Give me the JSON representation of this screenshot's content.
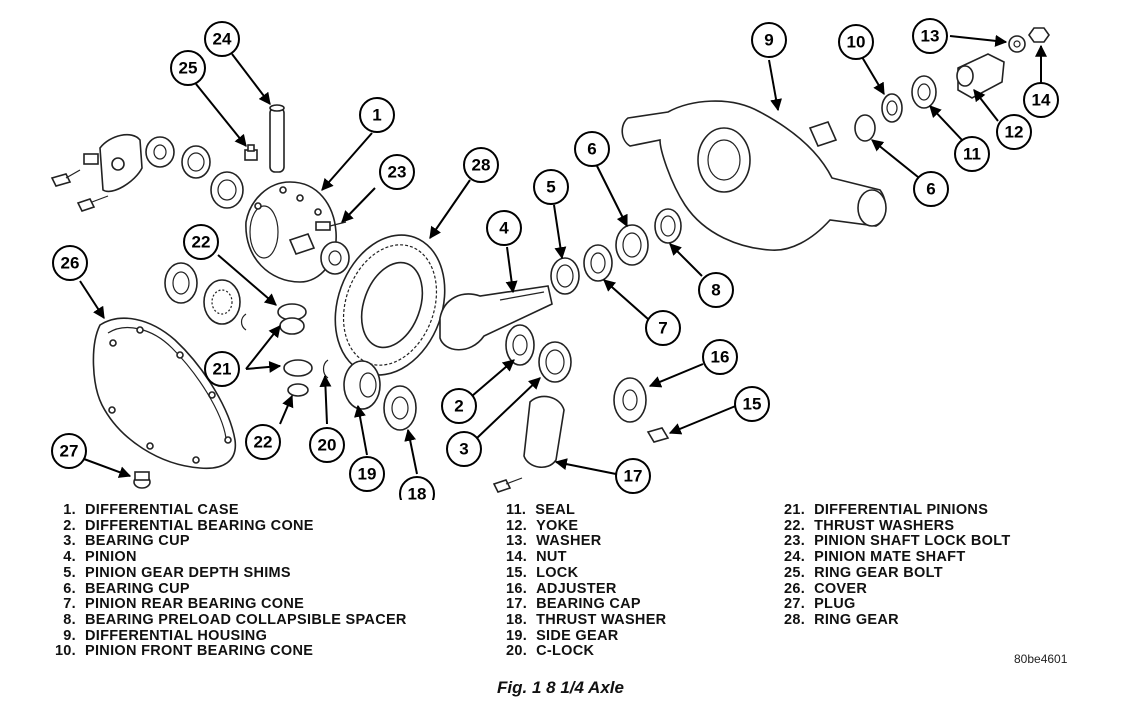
{
  "caption": "Fig. 1 8 1/4 Axle",
  "figure_code": "80be4601",
  "callouts": [
    "1",
    "2",
    "3",
    "4",
    "5",
    "6",
    "6",
    "7",
    "8",
    "9",
    "10",
    "11",
    "12",
    "13",
    "14",
    "15",
    "16",
    "17",
    "18",
    "19",
    "20",
    "21",
    "22",
    "22",
    "23",
    "24",
    "25",
    "26",
    "27",
    "28"
  ],
  "legend": [
    {
      "num": "1.",
      "text": "DIFFERENTIAL CASE"
    },
    {
      "num": "2.",
      "text": "DIFFERENTIAL BEARING CONE"
    },
    {
      "num": "3.",
      "text": "BEARING CUP"
    },
    {
      "num": "4.",
      "text": "PINION"
    },
    {
      "num": "5.",
      "text": "PINION GEAR DEPTH SHIMS"
    },
    {
      "num": "6.",
      "text": "BEARING CUP"
    },
    {
      "num": "7.",
      "text": "PINION REAR BEARING CONE"
    },
    {
      "num": "8.",
      "text": "BEARING PRELOAD COLLAPSIBLE SPACER"
    },
    {
      "num": "9.",
      "text": "DIFFERENTIAL HOUSING"
    },
    {
      "num": "10.",
      "text": "PINION FRONT BEARING CONE"
    },
    {
      "num": "11.",
      "text": "SEAL"
    },
    {
      "num": "12.",
      "text": "YOKE"
    },
    {
      "num": "13.",
      "text": "WASHER"
    },
    {
      "num": "14.",
      "text": "NUT"
    },
    {
      "num": "15.",
      "text": "LOCK"
    },
    {
      "num": "16.",
      "text": "ADJUSTER"
    },
    {
      "num": "17.",
      "text": "BEARING CAP"
    },
    {
      "num": "18.",
      "text": "THRUST WASHER"
    },
    {
      "num": "19.",
      "text": "SIDE GEAR"
    },
    {
      "num": "20.",
      "text": "C-LOCK"
    },
    {
      "num": "21.",
      "text": "DIFFERENTIAL PINIONS"
    },
    {
      "num": "22.",
      "text": "THRUST WASHERS"
    },
    {
      "num": "23.",
      "text": "PINION SHAFT LOCK BOLT"
    },
    {
      "num": "24.",
      "text": "PINION MATE SHAFT"
    },
    {
      "num": "25.",
      "text": "RING GEAR BOLT"
    },
    {
      "num": "26.",
      "text": "COVER"
    },
    {
      "num": "27.",
      "text": "PLUG"
    },
    {
      "num": "28.",
      "text": "RING GEAR"
    }
  ]
}
